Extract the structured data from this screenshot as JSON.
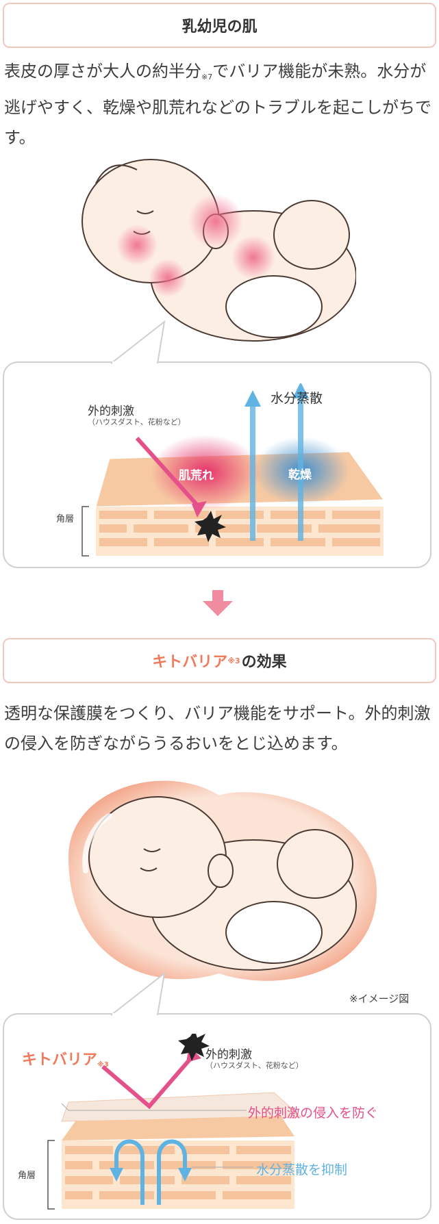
{
  "section1": {
    "title": "乳幼児の肌",
    "body_part1": "表皮の厚さが大人の約半分",
    "body_note": "※7",
    "body_part2": "でバリア機能が未熟。水分が逃げやすく、乾燥や肌荒れなどのトラブルを起こしがちです。"
  },
  "diagram1": {
    "stimulus_label": "外的刺激",
    "stimulus_sub": "（ハウスダスト、花粉など）",
    "evaporation_label": "水分蒸散",
    "rough_label": "肌荒れ",
    "dry_label": "乾燥",
    "layer_label": "角層"
  },
  "section2": {
    "title_accent": "キトバリア",
    "title_note": "※3",
    "title_rest": "の効果",
    "body": "透明な保護膜をつくり、バリア機能をサポート。外的刺激の侵入を防ぎながらうるおいをとじ込めます。",
    "image_note": "※イメージ図"
  },
  "diagram2": {
    "brand_label": "キトバリア",
    "brand_note": "※3",
    "stimulus_label": "外的刺激",
    "stimulus_sub": "（ハウスダスト、花粉など）",
    "block_label": "外的刺激の侵入を防ぐ",
    "retain_label": "水分蒸散を抑制",
    "layer_label": "角層"
  },
  "colors": {
    "header_border": "#f2c6c1",
    "accent_orange": "#ef7b5c",
    "pink": "#e4508a",
    "blue": "#5fb3e3",
    "skin": "#f7c9a3",
    "arrow_pink": "#f08ba0"
  }
}
